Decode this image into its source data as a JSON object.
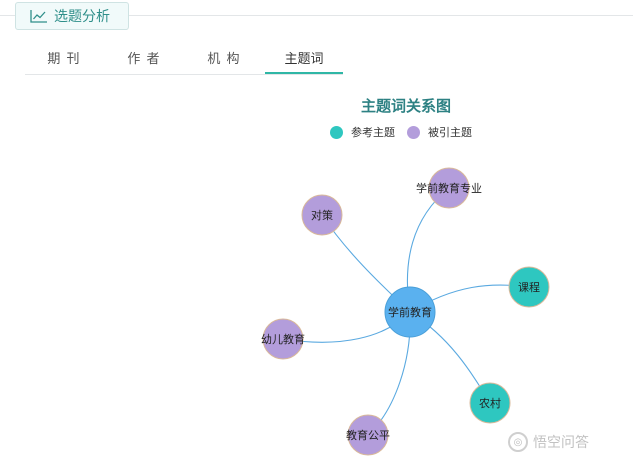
{
  "header": {
    "analysis_tab_label": "选题分析",
    "analysis_tab_icon": "line-chart-icon"
  },
  "tabs": [
    {
      "label": "期 刊",
      "active": false
    },
    {
      "label": "作 者",
      "active": false
    },
    {
      "label": "机 构",
      "active": false
    },
    {
      "label": "主题词",
      "active": true
    }
  ],
  "graph": {
    "title": "主题词关系图",
    "legend": [
      {
        "label": "参考主题",
        "color": "#2ec7c0"
      },
      {
        "label": "被引主题",
        "color": "#b39ddb"
      }
    ],
    "center": {
      "label": "学前教育",
      "color": "#5ab1ef"
    },
    "edge_color": "#5aa9e0",
    "nodes": [
      {
        "label": "学前教育专业",
        "category": "被引主题"
      },
      {
        "label": "对策",
        "category": "被引主题"
      },
      {
        "label": "课程",
        "category": "参考主题"
      },
      {
        "label": "幼儿教育",
        "category": "被引主题"
      },
      {
        "label": "农村",
        "category": "参考主题"
      },
      {
        "label": "教育公平",
        "category": "被引主题"
      }
    ]
  },
  "watermark": {
    "text": "悟空问答",
    "icon": "wukong-logo-icon"
  }
}
